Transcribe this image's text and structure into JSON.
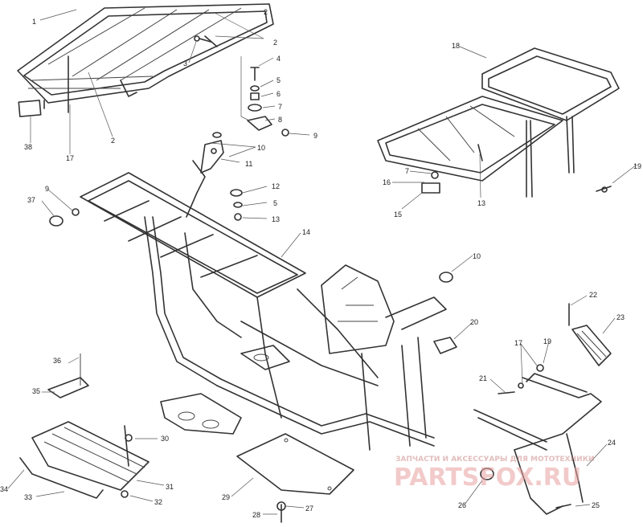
{
  "callouts": [
    {
      "id": "c1",
      "text": "1"
    },
    {
      "id": "c2a",
      "text": "2"
    },
    {
      "id": "c2b",
      "text": "2"
    },
    {
      "id": "c3",
      "text": "3"
    },
    {
      "id": "c4",
      "text": "4"
    },
    {
      "id": "c5a",
      "text": "5"
    },
    {
      "id": "c6a",
      "text": "6"
    },
    {
      "id": "c7a",
      "text": "7"
    },
    {
      "id": "c8",
      "text": "8"
    },
    {
      "id": "c9a",
      "text": "9"
    },
    {
      "id": "c10a",
      "text": "10"
    },
    {
      "id": "c11",
      "text": "11"
    },
    {
      "id": "c12",
      "text": "12"
    },
    {
      "id": "c5b",
      "text": "5"
    },
    {
      "id": "c13a",
      "text": "13"
    },
    {
      "id": "c14",
      "text": "14"
    },
    {
      "id": "c9b",
      "text": "9"
    },
    {
      "id": "c37",
      "text": "37"
    },
    {
      "id": "c38",
      "text": "38"
    },
    {
      "id": "c17a",
      "text": "17"
    },
    {
      "id": "c2c",
      "text": "2"
    },
    {
      "id": "c18",
      "text": "18"
    },
    {
      "id": "c19a",
      "text": "19"
    },
    {
      "id": "c7b",
      "text": "7"
    },
    {
      "id": "c16",
      "text": "16"
    },
    {
      "id": "c15",
      "text": "15"
    },
    {
      "id": "c13b",
      "text": "13"
    },
    {
      "id": "c10b",
      "text": "10"
    },
    {
      "id": "c22",
      "text": "22"
    },
    {
      "id": "c23",
      "text": "23"
    },
    {
      "id": "c20",
      "text": "20"
    },
    {
      "id": "c17b",
      "text": "17"
    },
    {
      "id": "c19b",
      "text": "19"
    },
    {
      "id": "c21",
      "text": "21"
    },
    {
      "id": "c24",
      "text": "24"
    },
    {
      "id": "c36",
      "text": "36"
    },
    {
      "id": "c35",
      "text": "35"
    },
    {
      "id": "c30",
      "text": "30"
    },
    {
      "id": "c31",
      "text": "31"
    },
    {
      "id": "c34",
      "text": "34"
    },
    {
      "id": "c33",
      "text": "33"
    },
    {
      "id": "c32",
      "text": "32"
    },
    {
      "id": "c29",
      "text": "29"
    },
    {
      "id": "c28",
      "text": "28"
    },
    {
      "id": "c27",
      "text": "27"
    },
    {
      "id": "c26",
      "text": "26"
    },
    {
      "id": "c25",
      "text": "25"
    }
  ],
  "watermark": {
    "tagline": "ЗАПЧАСТИ И АКСЕССУАРЫ ДЛЯ МОТОТЕХНИКИ",
    "brand": "PARTSFOX.RU"
  },
  "colors": {
    "line": "#333333",
    "watermark": "#e8a0a0",
    "background": "#ffffff"
  }
}
